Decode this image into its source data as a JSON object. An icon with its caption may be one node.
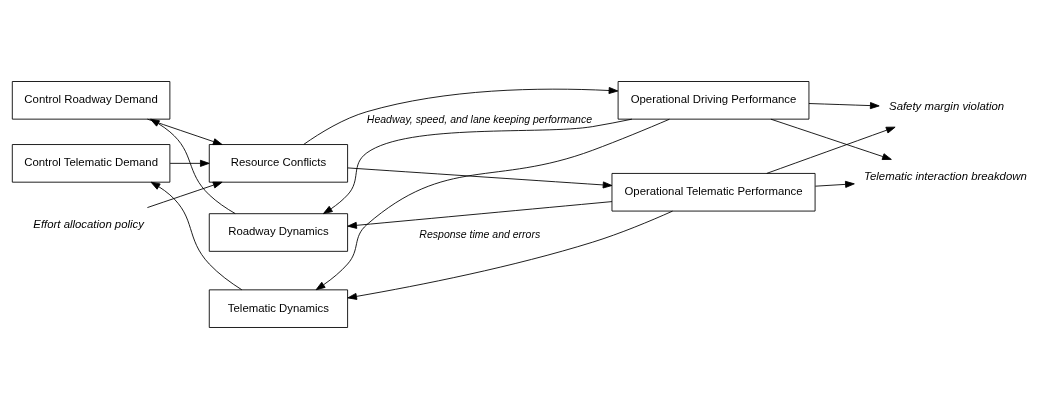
{
  "diagram": {
    "nodes": [
      {
        "text": [
          "Roadway Dynamics"
        ]
      },
      {
        "text": [
          "Control Roadway Demand"
        ]
      },
      {
        "text": [
          "Control Telematic Demand"
        ]
      },
      {
        "text": [
          "Resource Conflicts"
        ]
      },
      {
        "text": [
          "Operational Driving Performance"
        ]
      },
      {
        "text": [
          "Operational Telematic Performance"
        ]
      },
      {
        "text": [
          "Telematic Dynamics"
        ]
      },
      {
        "text": [
          "Effort allocation policy"
        ]
      },
      {
        "text": [
          "Safety margin violation"
        ]
      },
      {
        "text": [
          "Telematic interaction breakdown"
        ]
      }
    ],
    "edges": [
      {
        "from": 0,
        "to": 1,
        "arrow": "to"
      },
      {
        "from": 6,
        "to": 2,
        "arrow": "to"
      },
      {
        "from": 1,
        "to": 3,
        "arrow": "to"
      },
      {
        "from": 7,
        "to": 3,
        "arrow": "to"
      },
      {
        "from": 2,
        "to": 3,
        "arrow": "to"
      },
      {
        "from": 3,
        "to": 4,
        "arrow": "to"
      },
      {
        "from": 3,
        "to": 5,
        "arrow": "to"
      },
      {
        "from": 4,
        "to": 0,
        "arrow": "to",
        "label": "Headway, speed, and lane keeping performance"
      },
      {
        "from": 5,
        "to": 0,
        "arrow": "to"
      },
      {
        "from": 4,
        "to": 8,
        "arrow": "to"
      },
      {
        "from": 5,
        "to": 8,
        "arrow": "to"
      },
      {
        "from": 4,
        "to": 9,
        "arrow": "to"
      },
      {
        "from": 5,
        "to": 9,
        "arrow": "to"
      },
      {
        "from": 4,
        "to": 6,
        "arrow": "to"
      },
      {
        "from": 5,
        "to": 6,
        "arrow": "to",
        "label": "Response time and errors"
      }
    ]
  }
}
